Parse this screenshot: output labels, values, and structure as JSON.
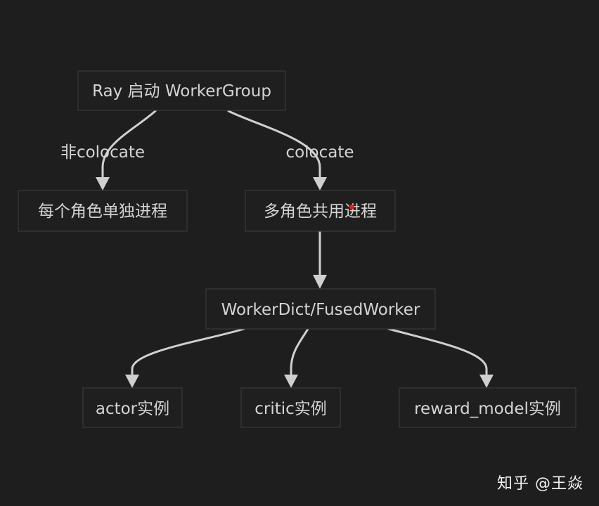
{
  "diagram": {
    "nodes": {
      "ray_start": "Ray 启动 WorkerGroup",
      "separate_process": "每个角色单独进程",
      "shared_process": "多角色共用进程",
      "worker_dict": "WorkerDict/FusedWorker",
      "actor": "actor实例",
      "critic": "critic实例",
      "reward_model": "reward_model实例"
    },
    "edge_labels": {
      "non_colocate": "非colocate",
      "colocate": "colocate"
    },
    "edges": [
      {
        "from": "ray_start",
        "to": "separate_process",
        "label": "non_colocate"
      },
      {
        "from": "ray_start",
        "to": "shared_process",
        "label": "colocate"
      },
      {
        "from": "shared_process",
        "to": "worker_dict"
      },
      {
        "from": "worker_dict",
        "to": "actor"
      },
      {
        "from": "worker_dict",
        "to": "critic"
      },
      {
        "from": "worker_dict",
        "to": "reward_model"
      }
    ]
  },
  "watermark": "知乎 @王焱",
  "colors": {
    "background": "#1e1e1e",
    "node_fill": "#1f1f1f",
    "node_border": "#3a3a3a",
    "text": "#d4d4d4",
    "edge": "#cfcfcf",
    "cursor_dot": "#e0201e"
  }
}
